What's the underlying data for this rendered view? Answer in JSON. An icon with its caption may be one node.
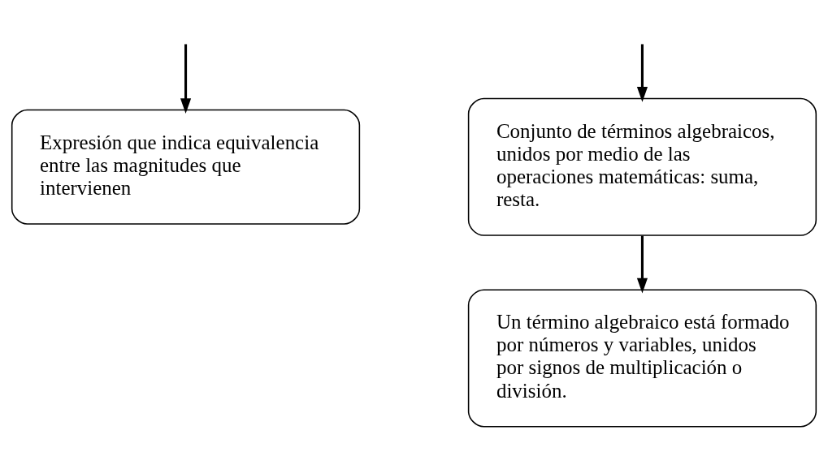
{
  "diagram": {
    "nodes": [
      {
        "text": [
          "Expresión que indica equivalencia entre las magnitudes que intervienen"
        ]
      },
      {
        "text": [
          "Conjunto de términos algebraicos, unidos por medio de las operaciones matemáticas: suma, resta."
        ]
      },
      {
        "text": [
          "Un término algebraico está formado por números y variables, unidos por signos de multiplicación o división."
        ]
      }
    ],
    "edges": [
      {
        "from": null,
        "to": 0,
        "arrow": "to"
      },
      {
        "from": null,
        "to": 1,
        "arrow": "to"
      },
      {
        "from": 1,
        "to": 2,
        "arrow": "to"
      }
    ]
  }
}
